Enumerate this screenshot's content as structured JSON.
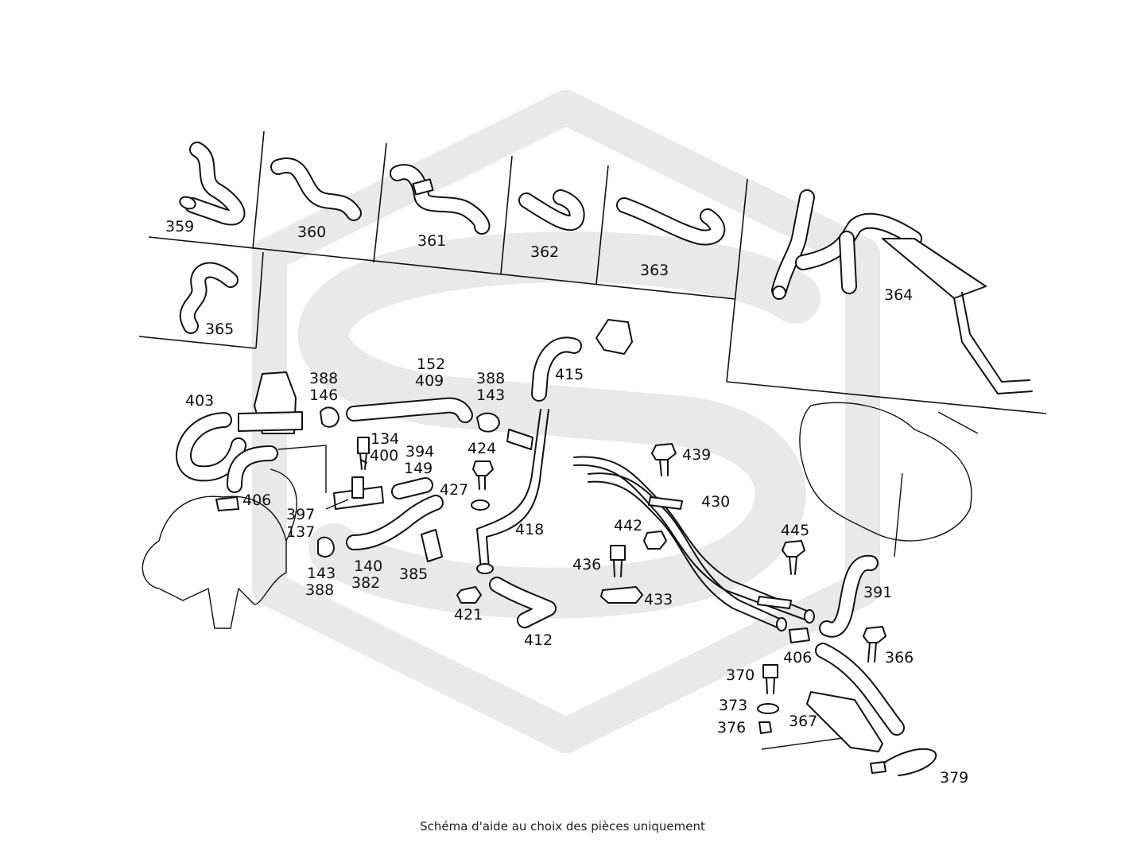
{
  "diagram": {
    "caption": "Schéma d'aide au choix des pièces uniquement",
    "watermark_colour": "#e9e9e9",
    "line_colour": "#111111",
    "labels": {
      "l359": "359",
      "l360": "360",
      "l361": "361",
      "l362": "362",
      "l363": "363",
      "l364": "364",
      "l365": "365",
      "l403": "403",
      "l388a": "388",
      "l146": "146",
      "l152": "152",
      "l409": "409",
      "l388b": "388",
      "l143a": "143",
      "l415": "415",
      "l134": "134",
      "l400": "400",
      "l394": "394",
      "l149": "149",
      "l424": "424",
      "l406a": "406",
      "l427": "427",
      "l397": "397",
      "l137": "137",
      "l418": "418",
      "l140": "140",
      "l382": "382",
      "l385": "385",
      "l143b": "143",
      "l388c": "388",
      "l421": "421",
      "l412": "412",
      "l439": "439",
      "l430": "430",
      "l442": "442",
      "l445": "445",
      "l436": "436",
      "l433": "433",
      "l391": "391",
      "l406b": "406",
      "l366": "366",
      "l370": "370",
      "l373": "373",
      "l376": "376",
      "l367": "367",
      "l379": "379"
    }
  }
}
